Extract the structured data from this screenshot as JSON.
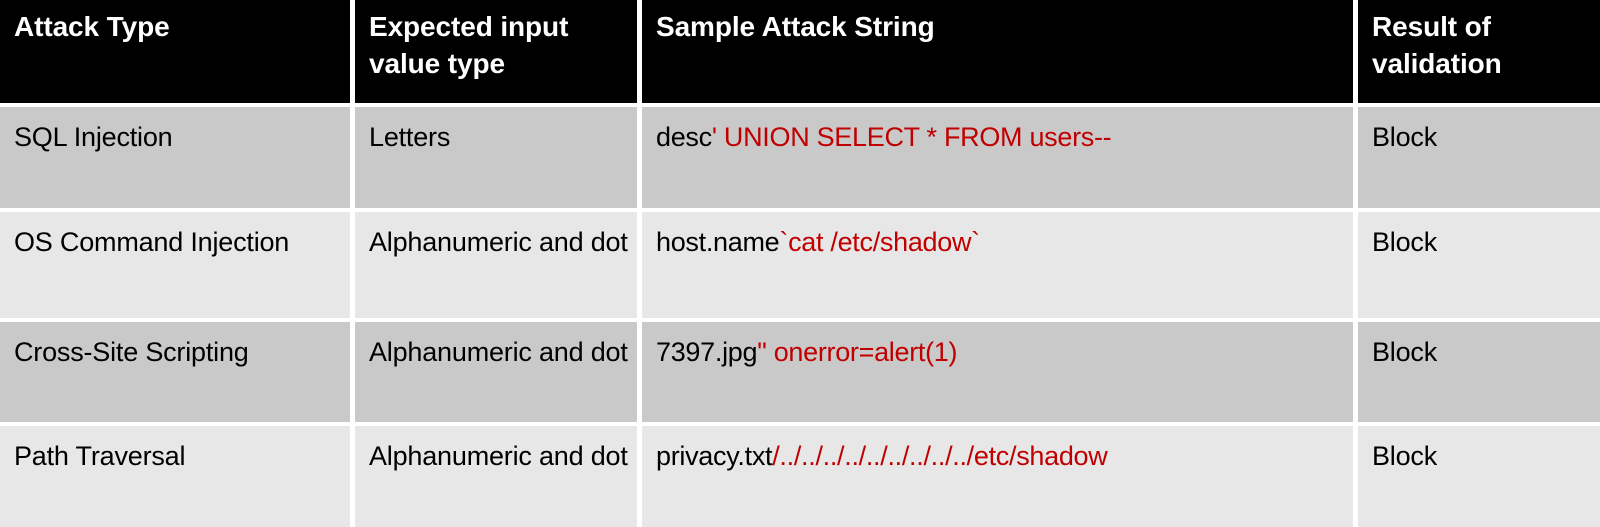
{
  "table": {
    "columns": [
      {
        "label": "Attack Type"
      },
      {
        "label": "Expected input value type"
      },
      {
        "label": "Sample Attack String"
      },
      {
        "label": "Result of validation"
      }
    ],
    "colors": {
      "header_background": "#000000",
      "header_text": "#ffffff",
      "row_odd_background": "#c9c9c9",
      "row_even_background": "#e7e7e7",
      "benign_text": "#000000",
      "attack_text": "#c00000"
    },
    "rows": [
      {
        "attack_type": "SQL Injection",
        "expected_input": "Letters",
        "sample_benign": "desc",
        "sample_attack": "' UNION SELECT * FROM users--",
        "result": "Block"
      },
      {
        "attack_type": "OS Command Injection",
        "expected_input": "Alphanumeric and dot",
        "sample_benign": "host.name",
        "sample_attack": "`cat /etc/shadow`",
        "result": "Block"
      },
      {
        "attack_type": "Cross-Site Scripting",
        "expected_input": "Alphanumeric and dot",
        "sample_benign": "7397.jpg",
        "sample_attack": "\" onerror=alert(1)",
        "result": "Block"
      },
      {
        "attack_type": "Path Traversal",
        "expected_input": "Alphanumeric and dot",
        "sample_benign": "privacy.txt",
        "sample_attack": "/../../../../../../../../../etc/shadow",
        "result": "Block"
      }
    ]
  }
}
